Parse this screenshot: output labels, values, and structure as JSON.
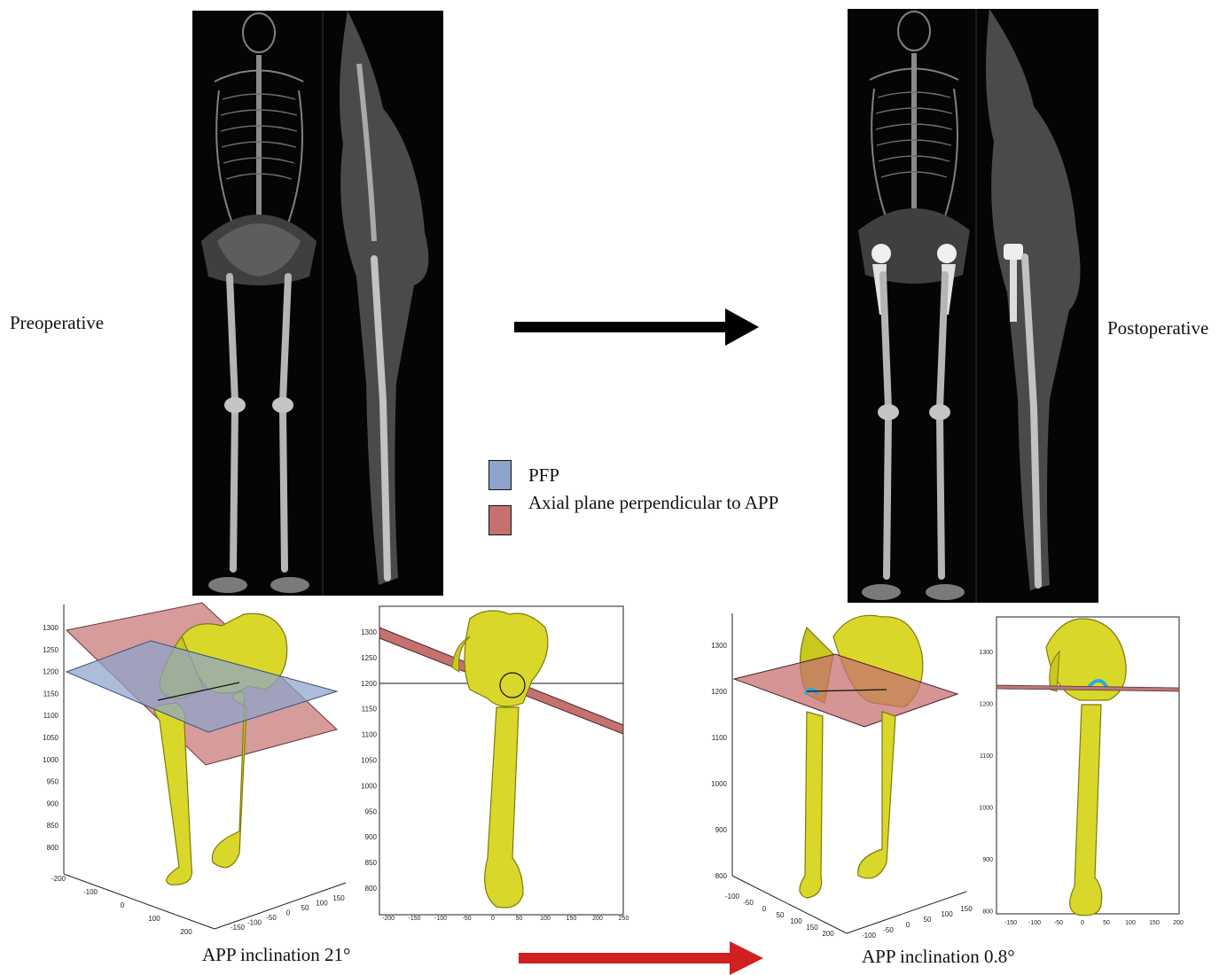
{
  "labels": {
    "pre": "Preoperative",
    "post": "Postoperative",
    "pre_incl": "APP inclination 21°",
    "post_incl": "APP inclination 0.8°"
  },
  "legend": [
    {
      "label": "PFP",
      "color": "#8ea3cb"
    },
    {
      "label": "Axial plane perpendicular to APP",
      "color": "#c57170"
    }
  ],
  "colors": {
    "bone": "#d9d82a",
    "bone_edge": "#7c7a0b",
    "pfp": "#8ea3cb",
    "axial": "#c57170",
    "arrow_top": "#000000",
    "arrow_bottom": "#d02020",
    "cup": "#27a9e6"
  },
  "axes": {
    "pre_3d_z": [
      "1300",
      "1250",
      "1200",
      "1150",
      "1100",
      "1050",
      "1000",
      "950",
      "900",
      "850",
      "800"
    ],
    "pre_3d_x": [
      "-200",
      "-100",
      "0",
      "100",
      "200"
    ],
    "pre_3d_y": [
      "150",
      "100",
      "50",
      "0",
      "-50",
      "-100",
      "-150"
    ],
    "pre_side_y": [
      "1300",
      "1250",
      "1200",
      "1150",
      "1100",
      "1050",
      "1000",
      "950",
      "900",
      "850",
      "800"
    ],
    "pre_side_x": [
      "-200",
      "-150",
      "-100",
      "-50",
      "0",
      "50",
      "100",
      "150",
      "200",
      "250"
    ],
    "post_3d_z": [
      "1300",
      "1200",
      "1100",
      "1000",
      "900",
      "800"
    ],
    "post_3d_x": [
      "-100",
      "-50",
      "0",
      "50",
      "100",
      "150",
      "200"
    ],
    "post_3d_y": [
      "150",
      "100",
      "50",
      "0",
      "-50",
      "-100"
    ],
    "post_side_y": [
      "1300",
      "1200",
      "1100",
      "1000",
      "900",
      "800"
    ],
    "post_side_x": [
      "-150",
      "-100",
      "-50",
      "0",
      "50",
      "100",
      "150",
      "200"
    ]
  }
}
